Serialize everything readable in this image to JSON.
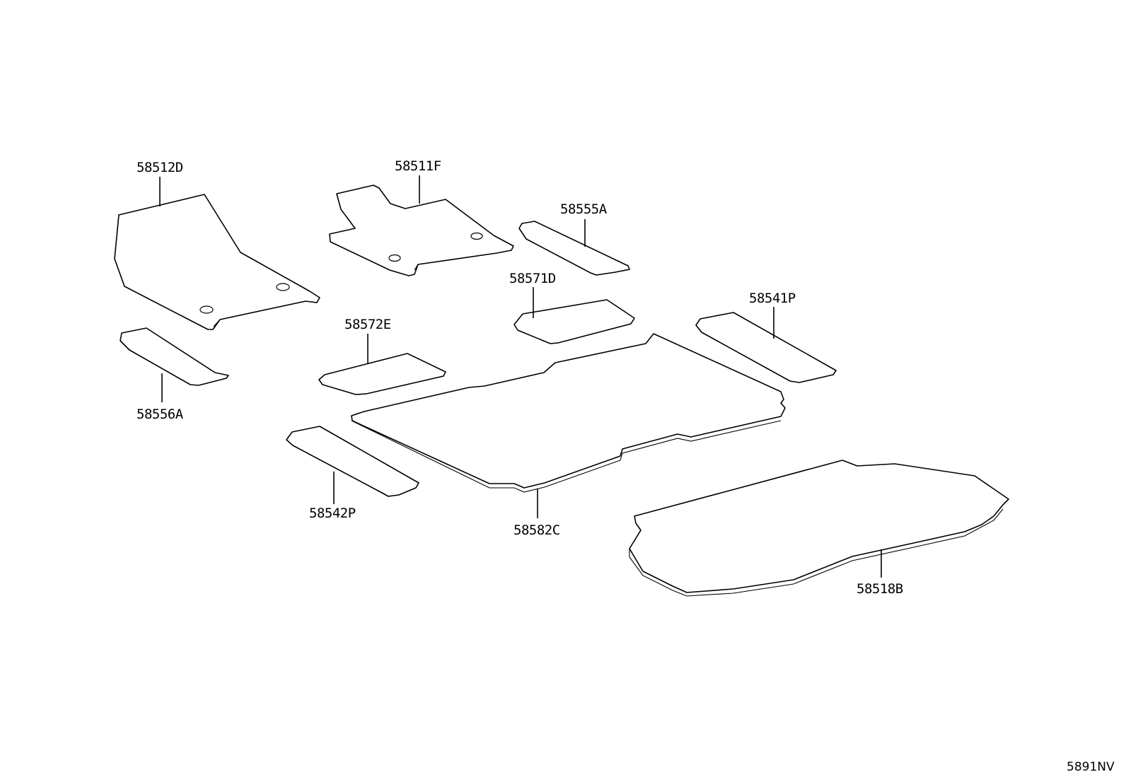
{
  "diagram": {
    "parts": {
      "p58512D": "58512D",
      "p58511F": "58511F",
      "p58555A": "58555A",
      "p58571D": "58571D",
      "p58541P": "58541P",
      "p58572E": "58572E",
      "p58556A": "58556A",
      "p58542P": "58542P",
      "p58582C": "58582C",
      "p58518B": "58518B"
    },
    "drawing_code": "5891NV"
  }
}
